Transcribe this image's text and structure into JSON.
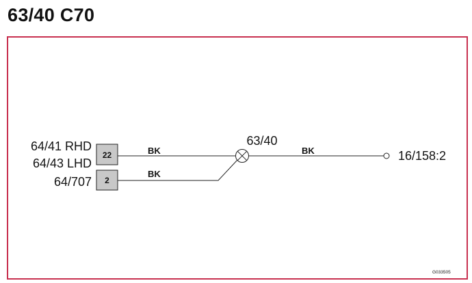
{
  "page": {
    "title": "63/40 C70"
  },
  "diagram": {
    "connectors": {
      "top": {
        "label_line1": "64/41 RHD",
        "label_line2": "64/43 LHD",
        "pin": "22"
      },
      "bottom": {
        "label": "64/707",
        "pin": "2"
      }
    },
    "wires": {
      "top_left": "BK",
      "bottom_left": "BK",
      "right": "BK"
    },
    "splice": {
      "label": "63/40"
    },
    "terminal": {
      "label": "16/158:2"
    },
    "reference_code": "G033505"
  },
  "colors": {
    "frame_border": "#c8304f",
    "connector_fill": "#c8c8c8",
    "line": "#222222"
  }
}
